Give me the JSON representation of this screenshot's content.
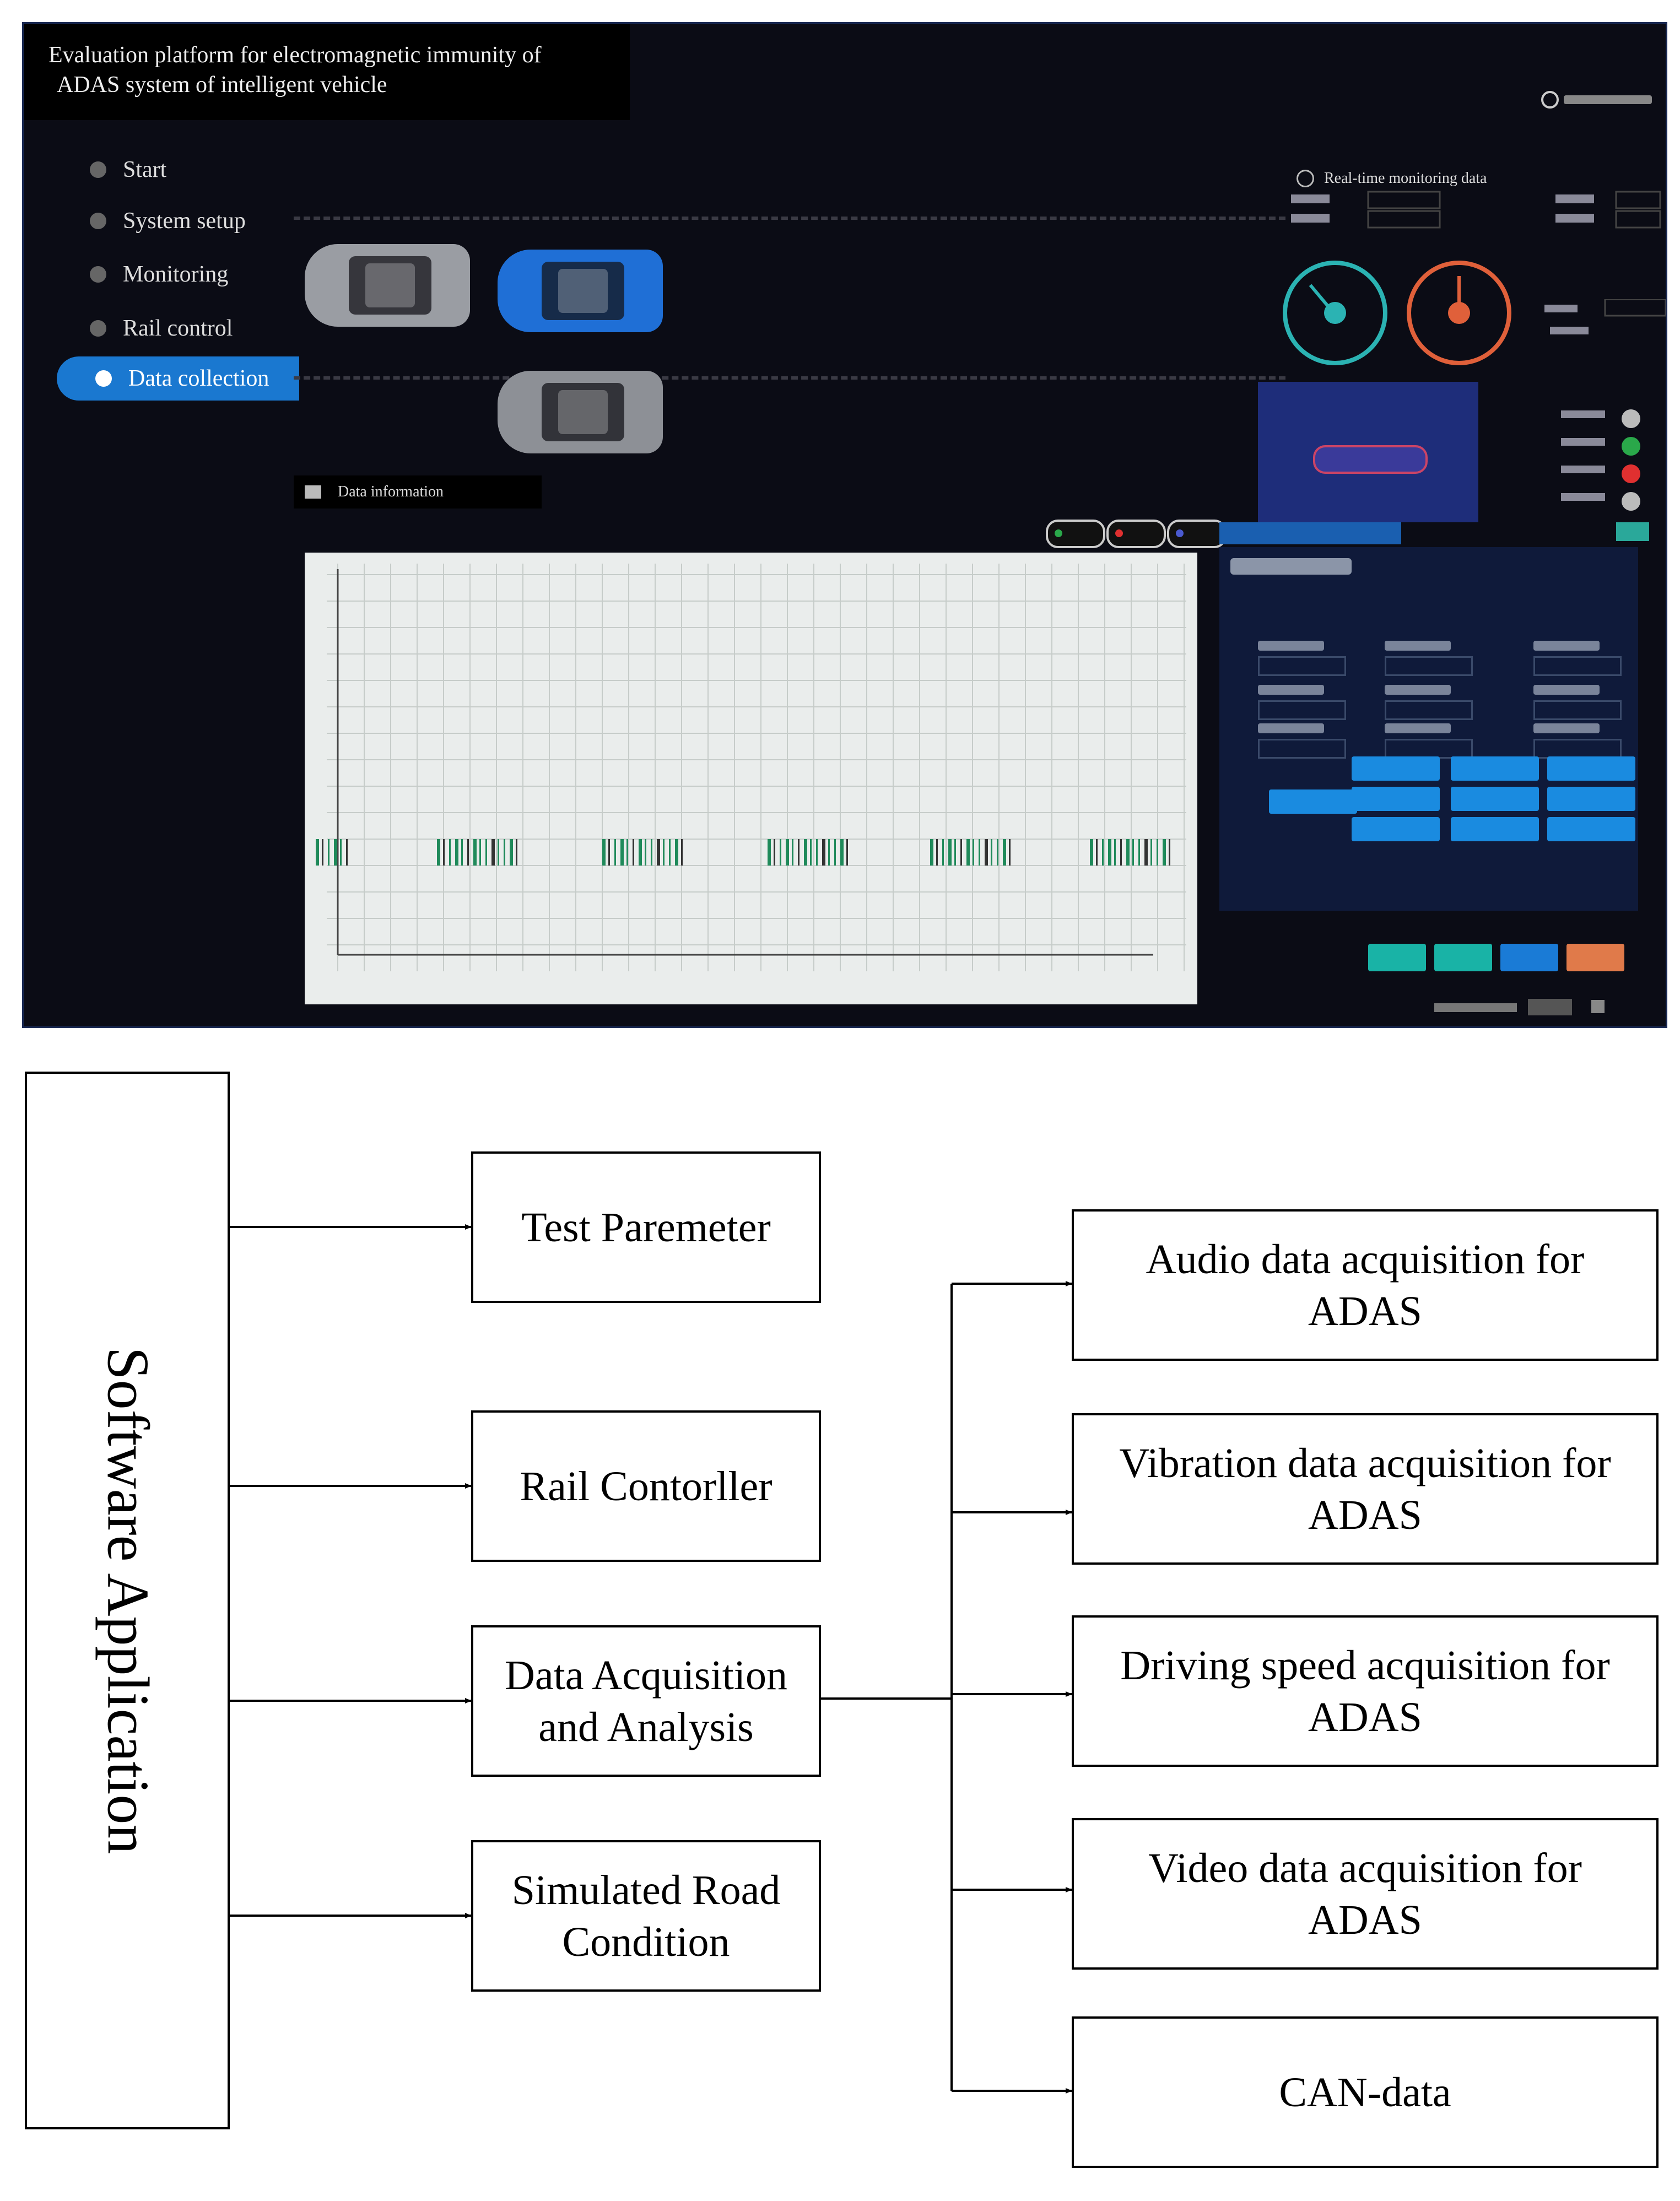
{
  "screenshot": {
    "window_title_line1": "Evaluation platform for electromagnetic immunity of",
    "window_title_line2": "ADAS system of intelligent vehicle",
    "nav": [
      {
        "label": "Start",
        "icon": "home-icon",
        "active": false
      },
      {
        "label": "System setup",
        "icon": "settings-icon",
        "active": false
      },
      {
        "label": "Monitoring",
        "icon": "monitor-icon",
        "active": false
      },
      {
        "label": "Rail control",
        "icon": "rail-icon",
        "active": false
      },
      {
        "label": "Data collection",
        "icon": "data-icon",
        "active": true
      }
    ],
    "realtime_label": "Real-time monitoring data",
    "data_info_label": "Data information",
    "colors": {
      "background": "#0b0c15",
      "nav_active": "#1a78d0",
      "panel_blue": "#1e2d7a",
      "button_blue": "#1a8be0",
      "chart_bg": "#eaedec",
      "chart_marks": "#1f8a5a",
      "gauge_teal": "#2bb3b3",
      "gauge_orange": "#e0603a",
      "status_green": "#2aa84a",
      "status_red": "#e03030"
    }
  },
  "diagram": {
    "root": "Software Application",
    "level1": [
      "Test Paremeter",
      "Rail Contorller",
      "Data Acquisition and Analysis",
      "Simulated Road Condition"
    ],
    "level2": [
      "Audio data acquisition for ADAS",
      "Vibration data acquisition for ADAS",
      "Driving speed acquisition for ADAS",
      "Video data acquisition for ADAS",
      "CAN-data"
    ]
  }
}
